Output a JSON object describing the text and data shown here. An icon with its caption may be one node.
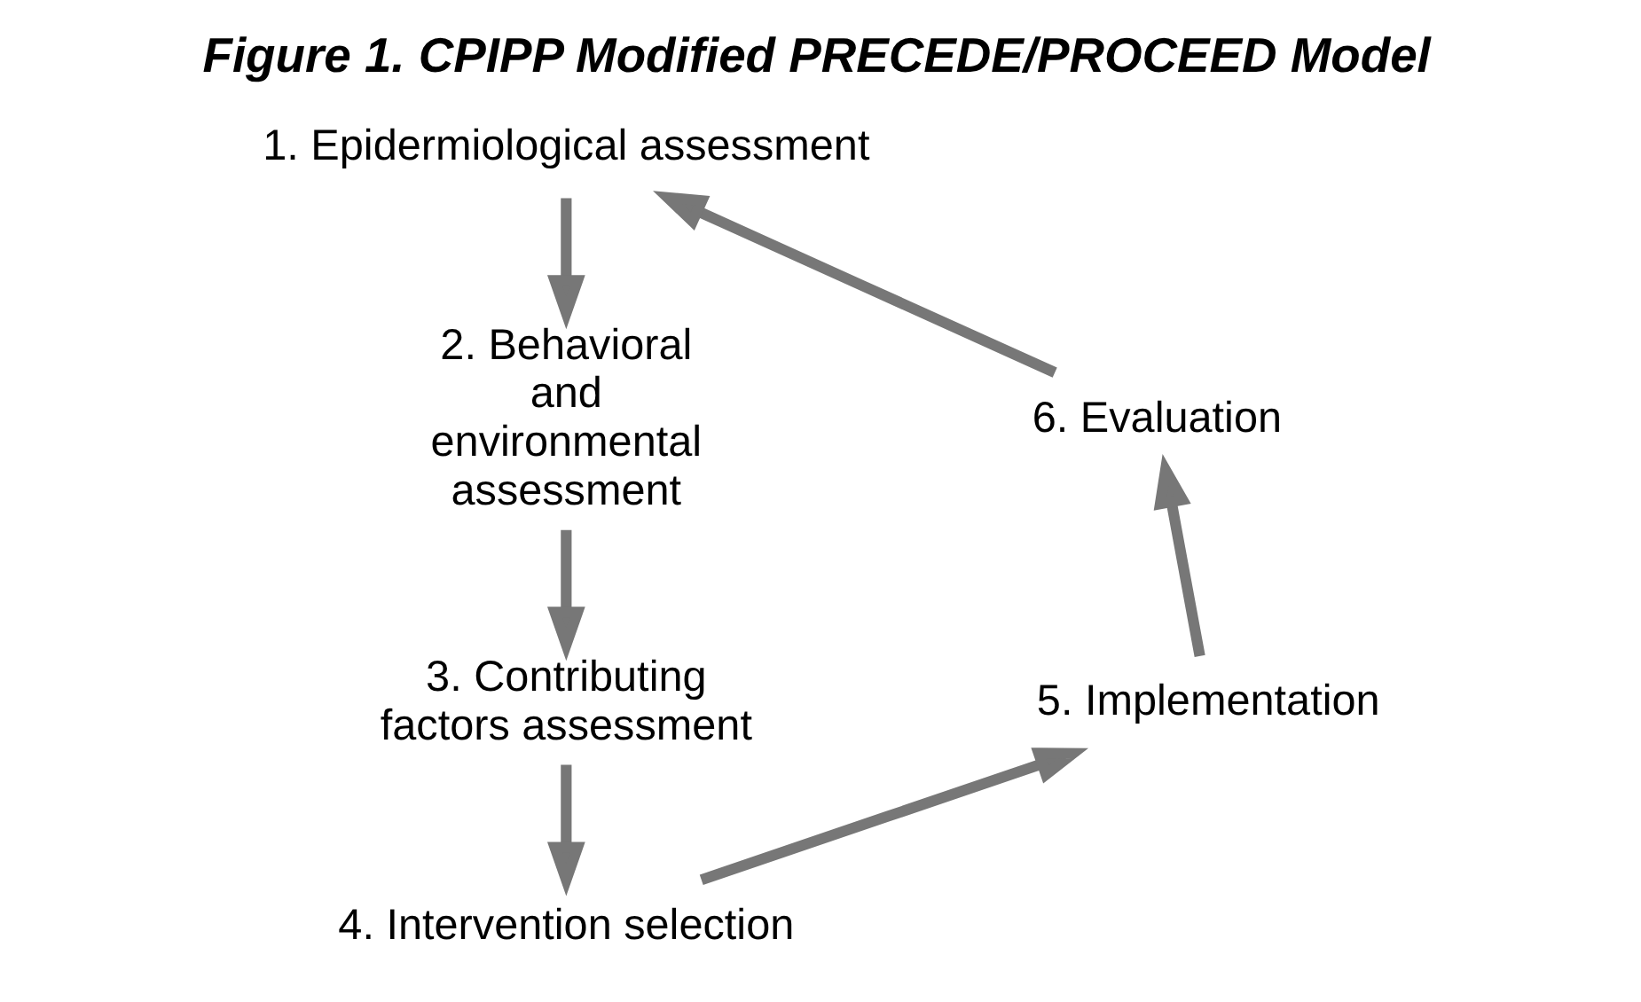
{
  "diagram": {
    "title": "Figure 1. CPIPP Modified PRECEDE/PROCEED Model",
    "nodes": [
      {
        "text": [
          "1. Epidermiological assessment"
        ]
      },
      {
        "text": [
          "2. Behavioral and environmental assessment"
        ]
      },
      {
        "text": [
          "3. Contributing factors assessment"
        ]
      },
      {
        "text": [
          "4. Intervention selection"
        ]
      },
      {
        "text": [
          "5. Implementation"
        ]
      },
      {
        "text": [
          "6. Evaluation"
        ]
      }
    ],
    "edges": [
      {
        "from": 0,
        "to": 1,
        "arrow": "to"
      },
      {
        "from": 1,
        "to": 2,
        "arrow": "to"
      },
      {
        "from": 2,
        "to": 3,
        "arrow": "to"
      },
      {
        "from": 3,
        "to": 4,
        "arrow": "to"
      },
      {
        "from": 4,
        "to": 5,
        "arrow": "to"
      },
      {
        "from": 5,
        "to": 0,
        "arrow": "to"
      }
    ]
  }
}
